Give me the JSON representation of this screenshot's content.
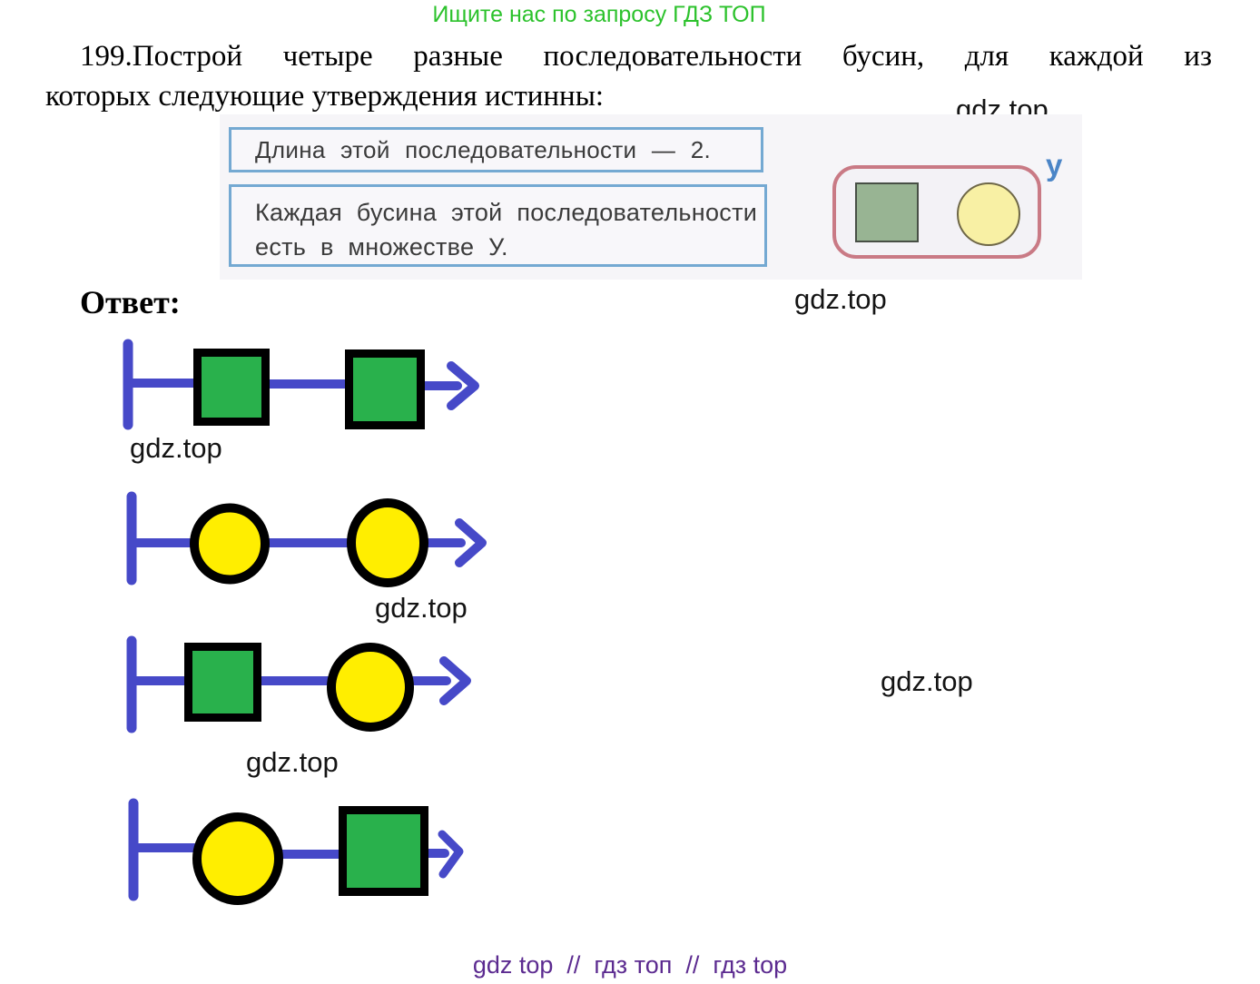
{
  "page": {
    "notice": "Ищите нас по запросу ГДЗ ТОП",
    "watermark": "gdz.top",
    "footer": "gdz top  //  гдз топ  //  гдз top"
  },
  "problem": {
    "number": "199.",
    "line1": "199.Построй четыре разные последовательности бусин, для каждой из",
    "line2": "которых следующие утверждения истинны:",
    "statements": {
      "s1": "Длина этой последовательности — 2.",
      "s2_line1": "Каждая бусина этой последовательности",
      "s2_line2": "есть в множестве У."
    },
    "set": {
      "label": "у",
      "elements": [
        "green-square",
        "yellow-circle"
      ]
    }
  },
  "answer": {
    "label": "Ответ:",
    "sequences": [
      {
        "beads": [
          "green-square",
          "green-square"
        ]
      },
      {
        "beads": [
          "yellow-circle",
          "yellow-circle"
        ]
      },
      {
        "beads": [
          "green-square",
          "yellow-circle"
        ]
      },
      {
        "beads": [
          "yellow-circle",
          "green-square"
        ]
      }
    ]
  },
  "colors": {
    "bead_green": "#29b14c",
    "bead_yellow": "#ffee00",
    "line_blue": "#4649c8",
    "bead_outline": "#000000",
    "set_green": "#98b493",
    "set_yellow": "#f8f0a4",
    "set_border": "#c97a85",
    "statement_border": "#74a9d2",
    "notice_green": "#2cc22c",
    "footer_purple": "#5c2b90",
    "set_label_blue": "#4b85c7"
  }
}
